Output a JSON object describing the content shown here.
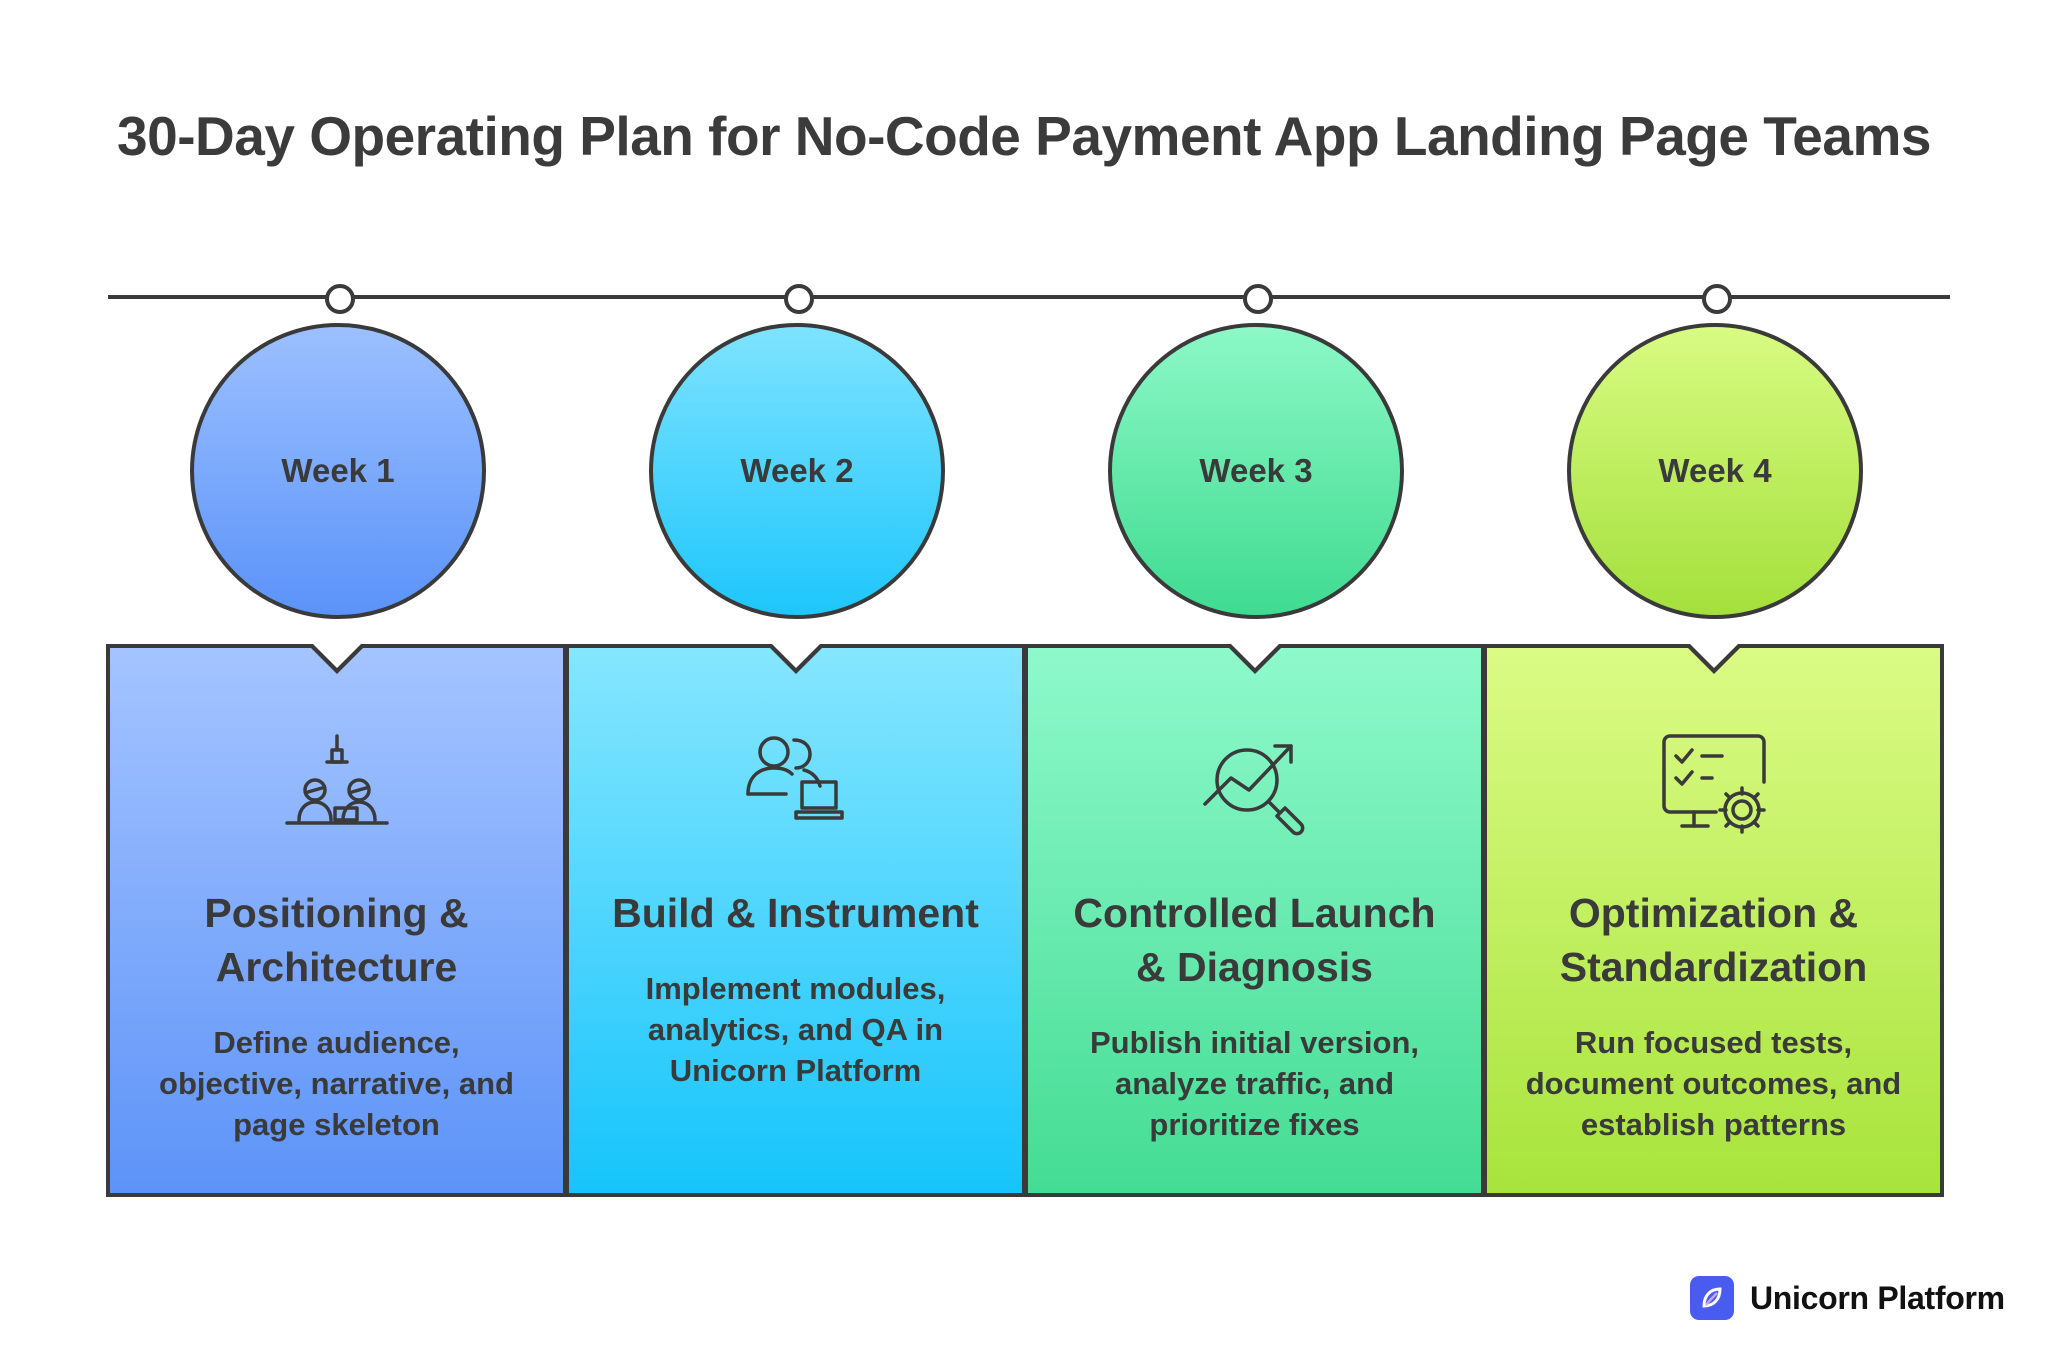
{
  "title": "30-Day Operating Plan for No-Code Payment App Landing Page Teams",
  "colors": {
    "line": "#3a3a3a",
    "week1": "#6d9ffa",
    "week2": "#3dd0fc",
    "week3": "#5ee6a8",
    "week4": "#b8ec55"
  },
  "weeks": [
    {
      "label": "Week 1",
      "icon": "team-meeting-icon",
      "heading": [
        "Positioning &",
        "Architecture"
      ],
      "description": [
        "Define audience,",
        "objective, narrative, and",
        "page skeleton"
      ]
    },
    {
      "label": "Week 2",
      "icon": "users-laptop-icon",
      "heading": [
        "Build & Instrument"
      ],
      "description": [
        "Implement modules,",
        "analytics, and QA in",
        "Unicorn Platform"
      ]
    },
    {
      "label": "Week 3",
      "icon": "growth-magnifier-icon",
      "heading": [
        "Controlled Launch",
        "& Diagnosis"
      ],
      "description": [
        "Publish initial version,",
        "analyze traffic, and",
        "prioritize fixes"
      ]
    },
    {
      "label": "Week 4",
      "icon": "checklist-gear-icon",
      "heading": [
        "Optimization &",
        "Standardization"
      ],
      "description": [
        "Run focused tests,",
        "document outcomes, and",
        "establish patterns"
      ]
    }
  ],
  "brand": {
    "name": "Unicorn Platform",
    "icon": "unicorn-platform-logo"
  }
}
